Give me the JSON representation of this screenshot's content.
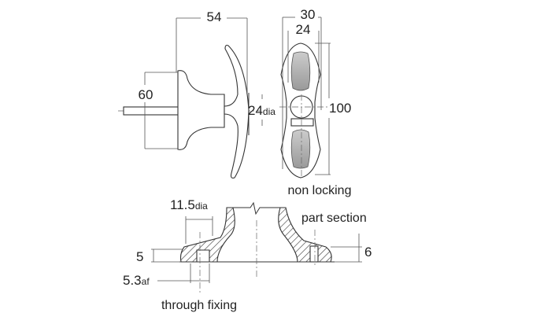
{
  "dimensions": {
    "length": "54",
    "flange_height": "60",
    "hub_dia_value": "24",
    "hub_dia_suffix": "dia",
    "width_outer": "30",
    "width_inner": "24",
    "height": "100",
    "hole_dia_value": "11.5",
    "hole_dia_suffix": "dia",
    "base_left": "5",
    "base_right": "6",
    "across_flats_value": "5.3",
    "across_flats_suffix": "af"
  },
  "labels": {
    "non_locking": "non locking",
    "part_section": "part section",
    "through_fixing": "through fixing"
  }
}
